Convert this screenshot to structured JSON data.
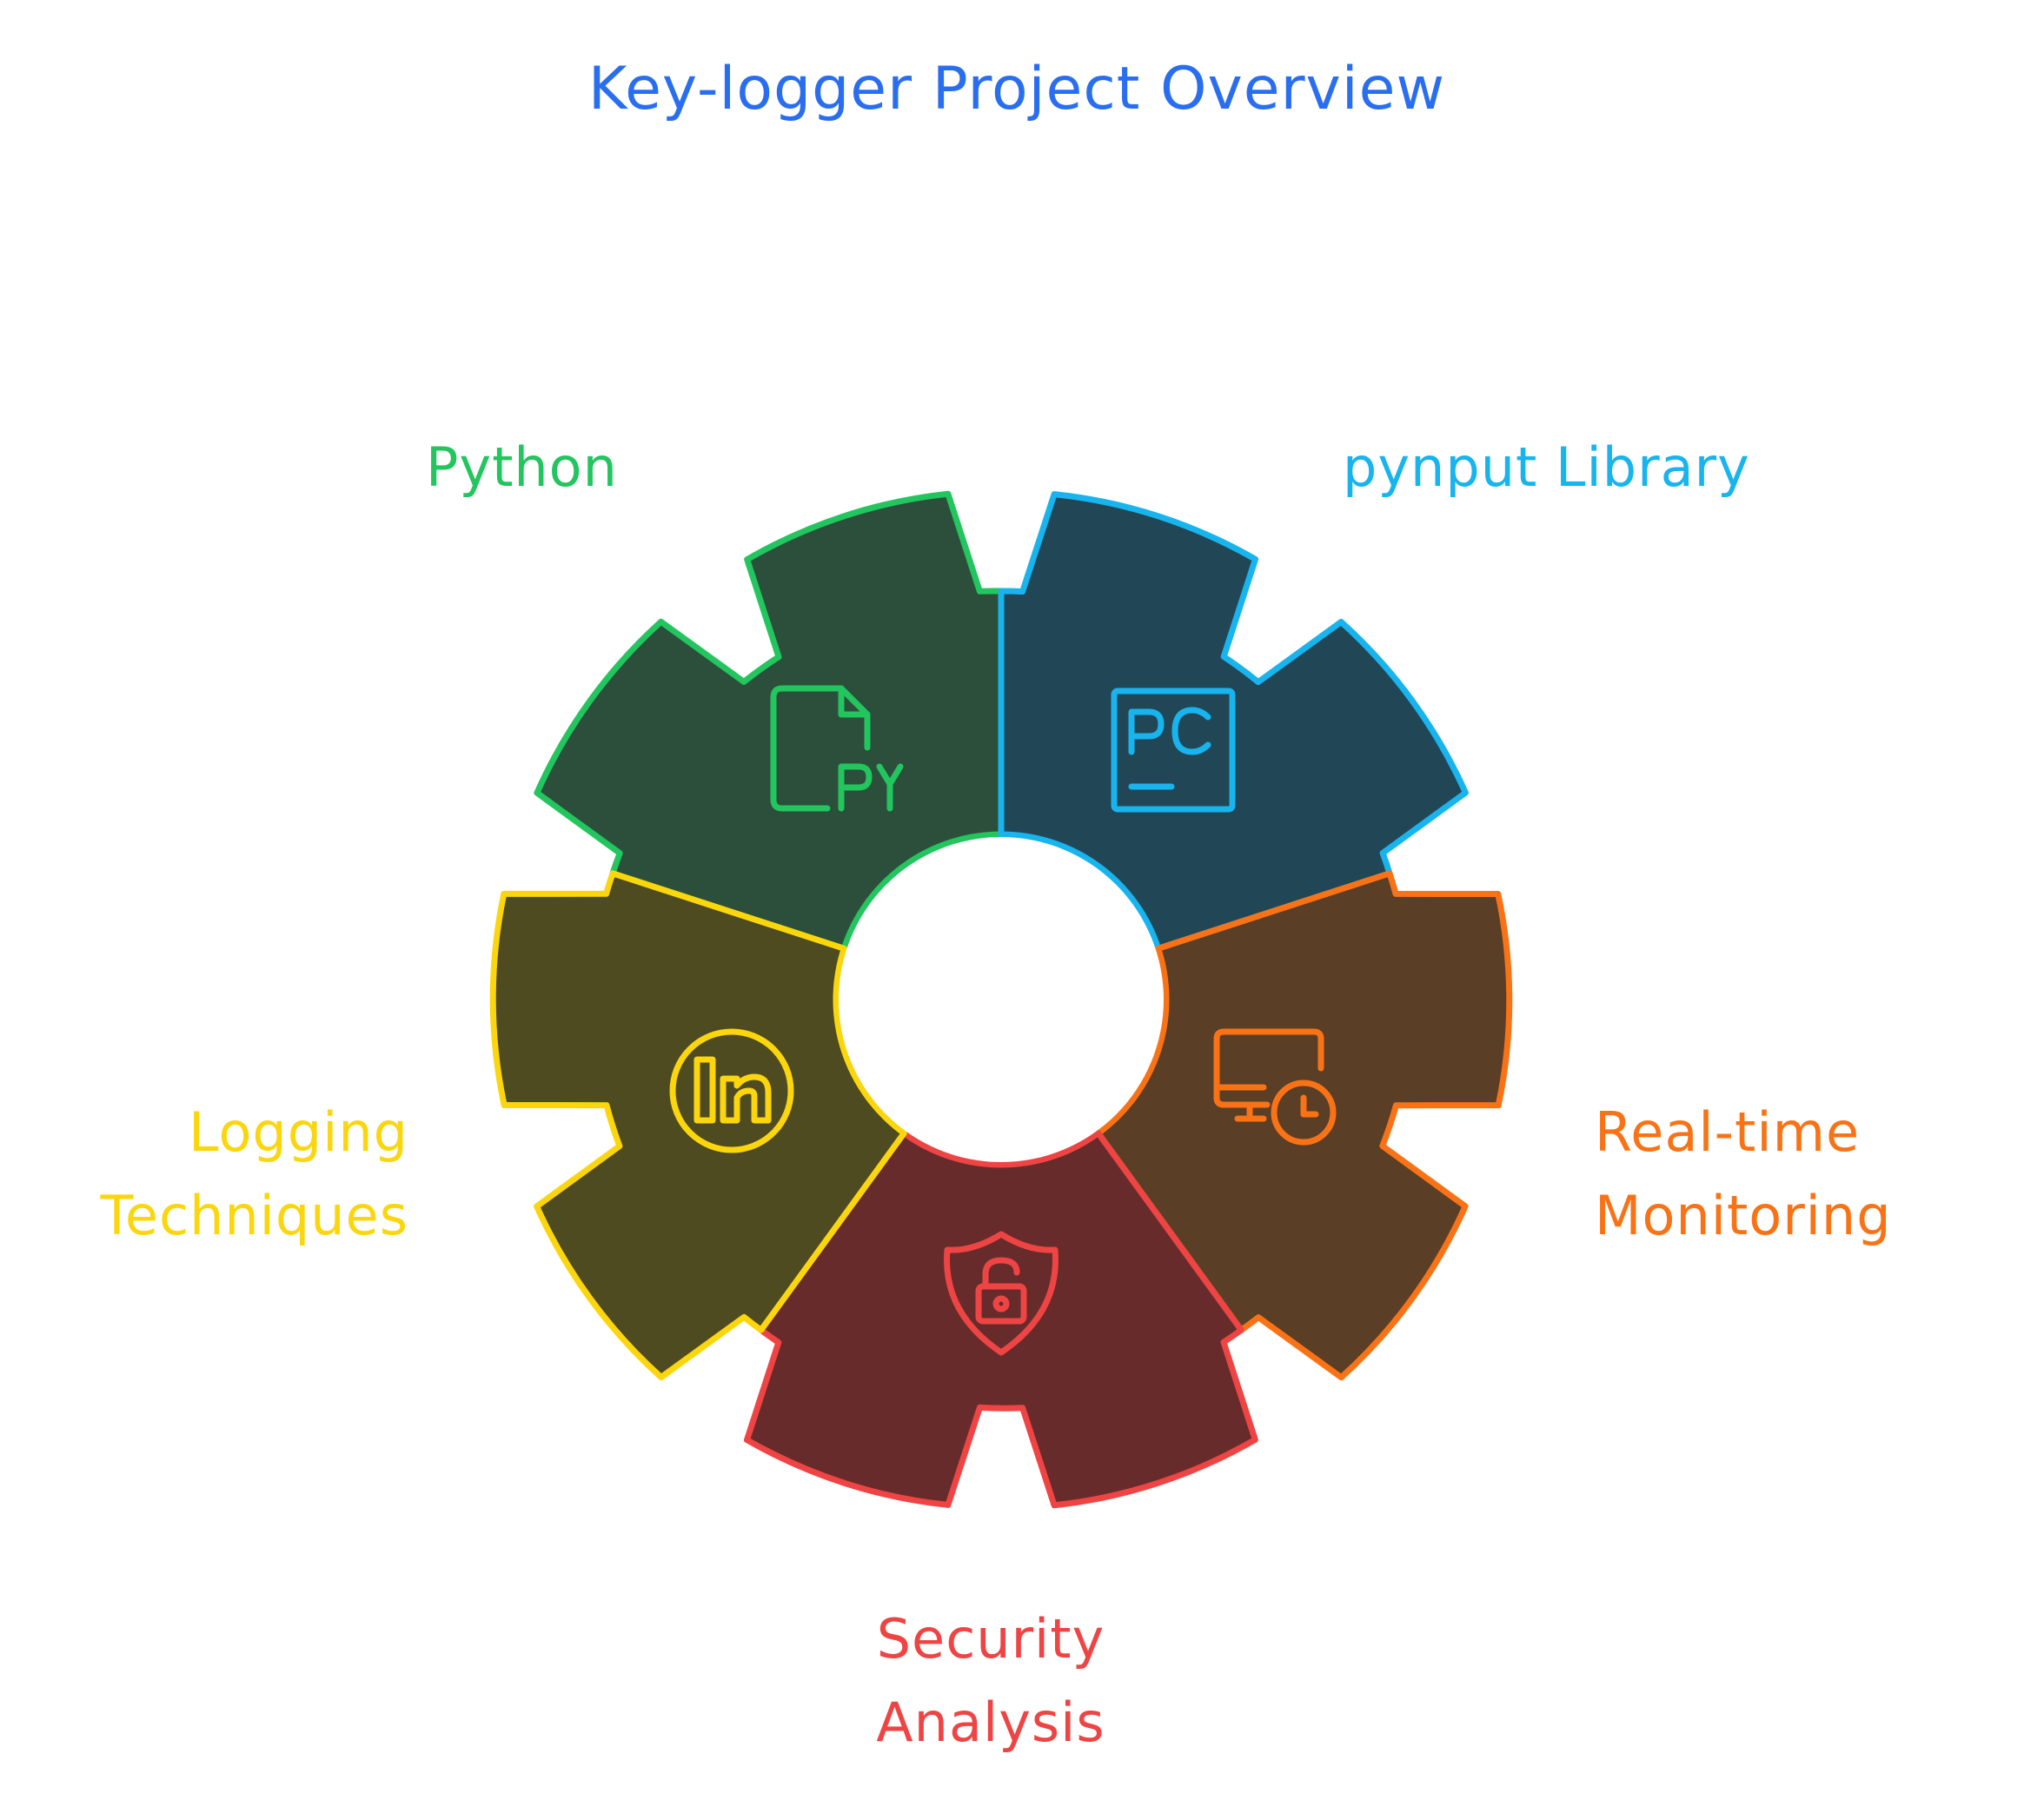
{
  "title": "Key-logger Project Overview",
  "colors": {
    "title": "#2a6ef0",
    "python": "#22c55e",
    "pynput": "#18b4ee",
    "monitoring": "#f97316",
    "security": "#ef4444",
    "logging": "#fbd60d",
    "python_fill": "#2c4f3c",
    "pynput_fill": "#214757",
    "monitoring_fill": "#5b3e26",
    "security_fill": "#682b2b",
    "logging_fill": "#4f4b20"
  },
  "segments": [
    {
      "key": "python",
      "label_lines": [
        "Python"
      ],
      "icon": "python-file-icon"
    },
    {
      "key": "pynput",
      "label_lines": [
        "pynput Library"
      ],
      "icon": "pycharm-icon"
    },
    {
      "key": "monitoring",
      "label_lines": [
        "Real-time",
        "Monitoring"
      ],
      "icon": "monitor-clock-icon"
    },
    {
      "key": "security",
      "label_lines": [
        "Security",
        "Analysis"
      ],
      "icon": "shield-lock-icon"
    },
    {
      "key": "logging",
      "label_lines": [
        "Logging",
        "Techniques"
      ],
      "icon": "linkedin-icon"
    }
  ]
}
